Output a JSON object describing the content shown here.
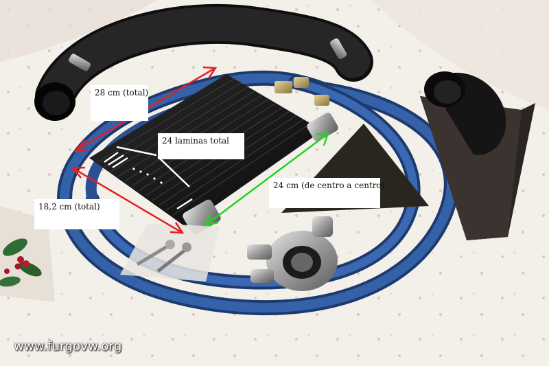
{
  "labels": {
    "hose_length": "28 cm (total)",
    "fins": "24 laminas total",
    "cooler_height": "18,2 cm (total)",
    "center_distance": "24 cm (de centro a centro)"
  },
  "watermark": "www.furgovw.org",
  "colors": {
    "measure_red": "#e32020",
    "measure_green": "#22d322",
    "hose_blue": "#2a4f93",
    "cooler_black": "#141414"
  }
}
